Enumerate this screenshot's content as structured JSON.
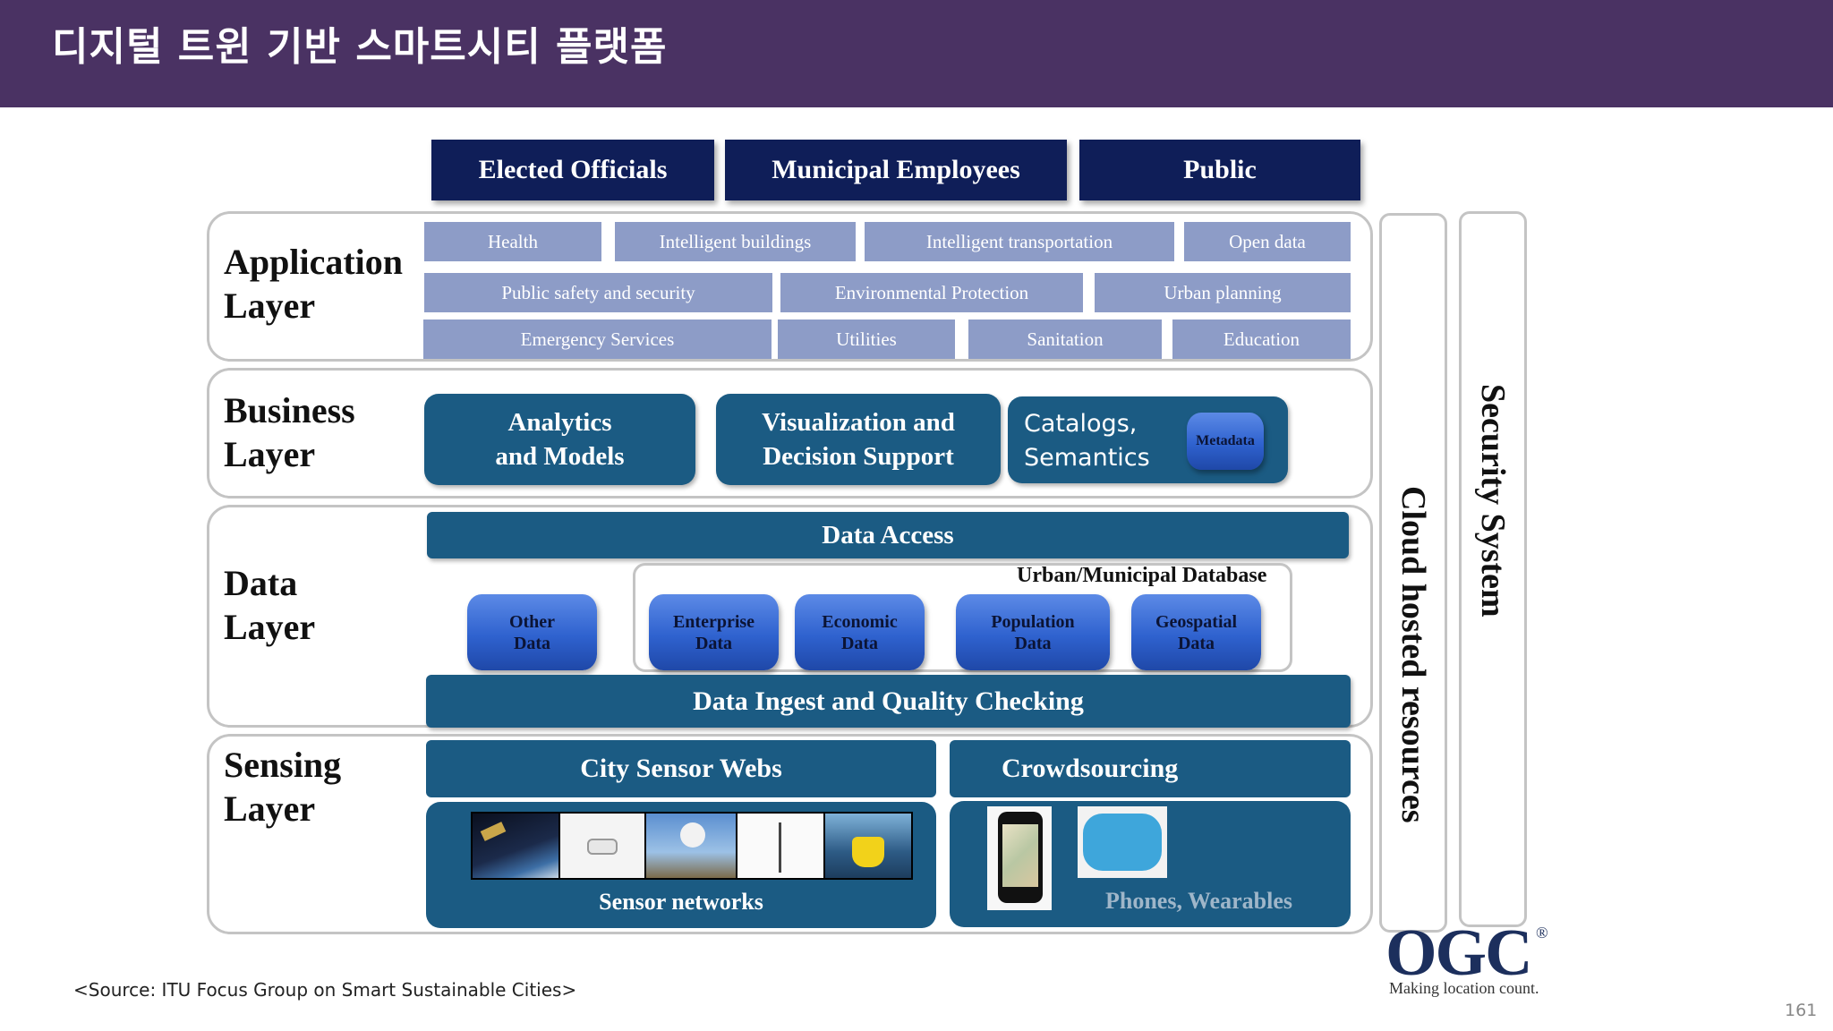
{
  "header": {
    "title": "디지털 트윈 기반 스마트시티 플랫폼"
  },
  "stakeholders": [
    "Elected Officials",
    "Municipal Employees",
    "Public"
  ],
  "layers": {
    "application": "Application\nLayer",
    "business": "Business\nLayer",
    "data": "Data\nLayer",
    "sensing": "Sensing\nLayer"
  },
  "application_items": {
    "row1": [
      "Health",
      "Intelligent buildings",
      "Intelligent transportation",
      "Open data"
    ],
    "row2": [
      "Public safety and security",
      "Environmental Protection",
      "Urban planning"
    ],
    "row3": [
      "Emergency Services",
      "Utilities",
      "Sanitation",
      "Education"
    ]
  },
  "business": {
    "analytics": "Analytics\nand Models",
    "visualization": "Visualization and\nDecision Support",
    "catalogs": "Catalogs,\nSemantics",
    "metadata": "Metadata"
  },
  "data": {
    "access": "Data Access",
    "db_label": "Urban/Municipal Database",
    "other": "Other\nData",
    "enterprise": "Enterprise\nData",
    "economic": "Economic\nData",
    "population": "Population\nData",
    "geospatial": "Geospatial\nData",
    "ingest": "Data Ingest and Quality Checking"
  },
  "sensing": {
    "city_sensor_webs": "City Sensor Webs",
    "crowdsourcing": "Crowdsourcing",
    "sensor_networks": "Sensor networks",
    "phones_wearables": "Phones, Wearables"
  },
  "side_columns": {
    "cloud": "Cloud hosted resources",
    "security": "Security System"
  },
  "logo": {
    "name": "OGC",
    "registered": "®",
    "tagline": "Making location count."
  },
  "source": "<Source: ITU Focus Group on Smart Sustainable Cities>",
  "page_number": "161",
  "colors": {
    "header": "#4a3263",
    "navy": "#0f1e58",
    "teal": "#1b5b83",
    "app_tile": "#8d9cc7",
    "cylinder": "#2f62cf"
  }
}
